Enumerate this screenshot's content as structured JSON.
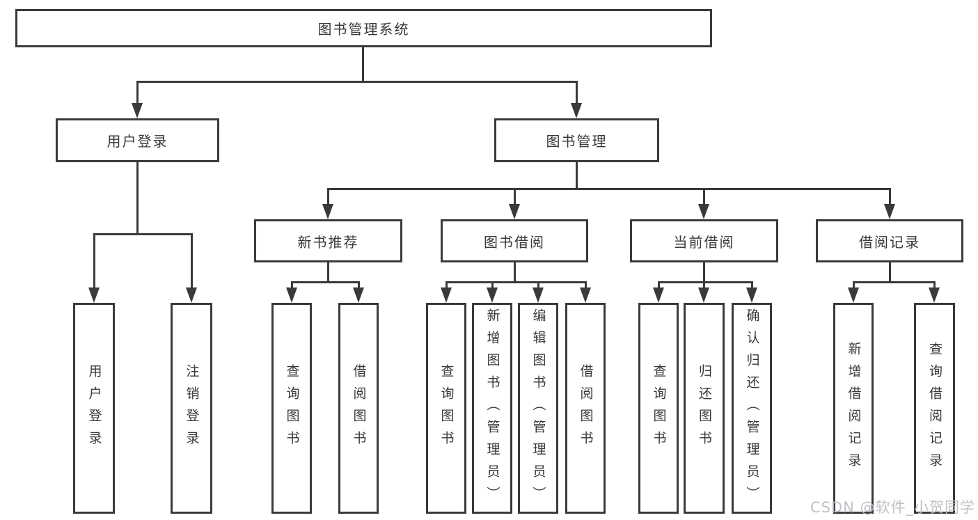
{
  "title": "图书管理系统",
  "tree": {
    "root": "图书管理系统",
    "user_login": {
      "label": "用户登录",
      "children": [
        "用户登录",
        "注销登录"
      ]
    },
    "book_management": {
      "label": "图书管理",
      "groups": [
        {
          "label": "新书推荐",
          "children": [
            "查询图书",
            "借阅图书"
          ]
        },
        {
          "label": "图书借阅",
          "children": [
            "查询图书",
            "新增图书（管理员）",
            "编辑图书（管理员）",
            "借阅图书"
          ]
        },
        {
          "label": "当前借阅",
          "children": [
            "查询图书",
            "归还图书",
            "确认归还（管理员）"
          ]
        },
        {
          "label": "借阅记录",
          "children": [
            "新增借阅记录",
            "查询借阅记录"
          ]
        }
      ]
    }
  },
  "watermark": "CSDN @软件_小贺同学",
  "colors": {
    "line": "#3a3a3a",
    "text": "#38383c",
    "watermark": "#b9bdc3",
    "background": "#ffffff"
  }
}
